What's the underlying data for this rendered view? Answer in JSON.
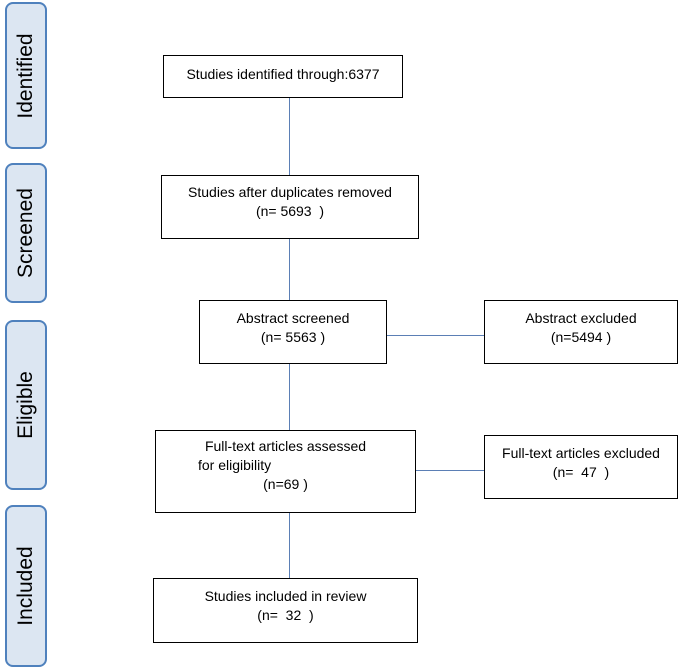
{
  "phases": {
    "identified": "Identified",
    "screened": "Screened",
    "eligible": "Eligible",
    "included": "Included"
  },
  "boxes": {
    "identified": {
      "line1": "Studies identified through:6377"
    },
    "duplicates_removed": {
      "line1": "Studies after duplicates removed",
      "line2": "(n= 5693  )"
    },
    "abstract_screened": {
      "line1": "Abstract screened",
      "line2": "(n= 5563 )"
    },
    "abstract_excluded": {
      "line1": "Abstract excluded",
      "line2": "(n=5494 )"
    },
    "fulltext_assessed": {
      "line1": "Full-text articles assessed",
      "line2": "for eligibility",
      "line3": "(n=69 )"
    },
    "fulltext_excluded": {
      "line1": "Full-text articles excluded",
      "line2": "(n=  47  )"
    },
    "included": {
      "line1": "Studies included in review",
      "line2": "(n=  32  )"
    }
  },
  "colors": {
    "phase_fill": "#dce6f2",
    "phase_border": "#4f81bd",
    "connector": "#5b7fb5"
  }
}
